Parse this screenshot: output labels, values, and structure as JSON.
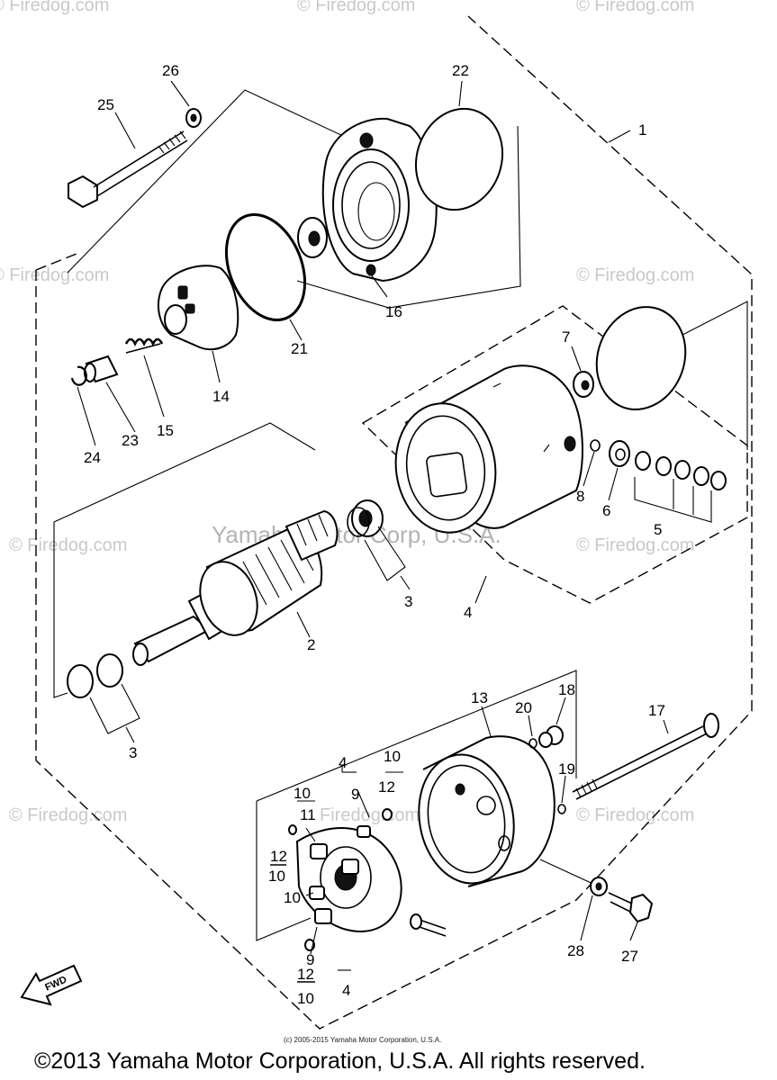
{
  "diagram": {
    "callouts": {
      "c1": "1",
      "c2": "2",
      "c3a": "3",
      "c3b": "3",
      "c4a": "4",
      "c4b": "4",
      "c4c": "4",
      "c5": "5",
      "c6": "6",
      "c7": "7",
      "c8": "8",
      "c9a": "9",
      "c9b": "9",
      "c10a": "10",
      "c10b": "10",
      "c10c": "10",
      "c10d": "10",
      "c10e": "10",
      "c11": "11",
      "c12a": "12",
      "c12b": "12",
      "c12c": "12",
      "c13": "13",
      "c14": "14",
      "c15": "15",
      "c16": "16",
      "c17": "17",
      "c18": "18",
      "c19": "19",
      "c20": "20",
      "c21": "21",
      "c22": "22",
      "c23": "23",
      "c24": "24",
      "c25": "25",
      "c26": "26",
      "c27": "27",
      "c28": "28"
    },
    "fwd_label": "FWD"
  },
  "watermarks": {
    "firedog": "© Firedog.com",
    "firedog_short": "Firedog.com",
    "center": "Yamaha Motor Corp, U.S.A."
  },
  "footer": {
    "small_copyright": "(c) 2005-2015 Yamaha Motor Corporation, U.S.A.",
    "copyright": "©2013 Yamaha Motor Corporation, U.S.A. All rights reserved."
  }
}
